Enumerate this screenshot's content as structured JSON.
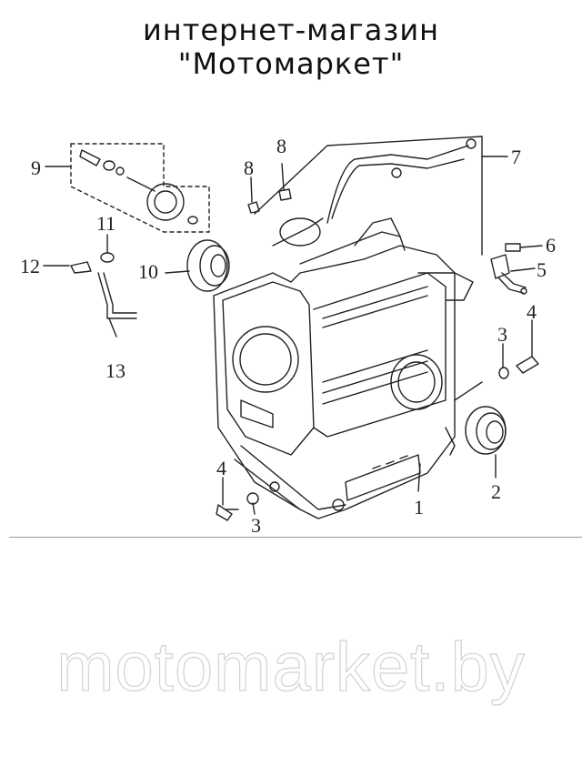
{
  "header": {
    "line1": "интернет-магазин",
    "line2": "\"Мотомаркет\""
  },
  "callouts": {
    "c1": "1",
    "c2": "2",
    "c3a": "3",
    "c3b": "3",
    "c4a": "4",
    "c4b": "4",
    "c5": "5",
    "c6": "6",
    "c7": "7",
    "c8a": "8",
    "c8b": "8",
    "c9": "9",
    "c10": "10",
    "c11": "11",
    "c12": "12",
    "c13": "13"
  },
  "watermark": "motomarket.by",
  "colors": {
    "line": "#222222",
    "watermark_outline": "#d2d2d2",
    "background": "#ffffff"
  }
}
